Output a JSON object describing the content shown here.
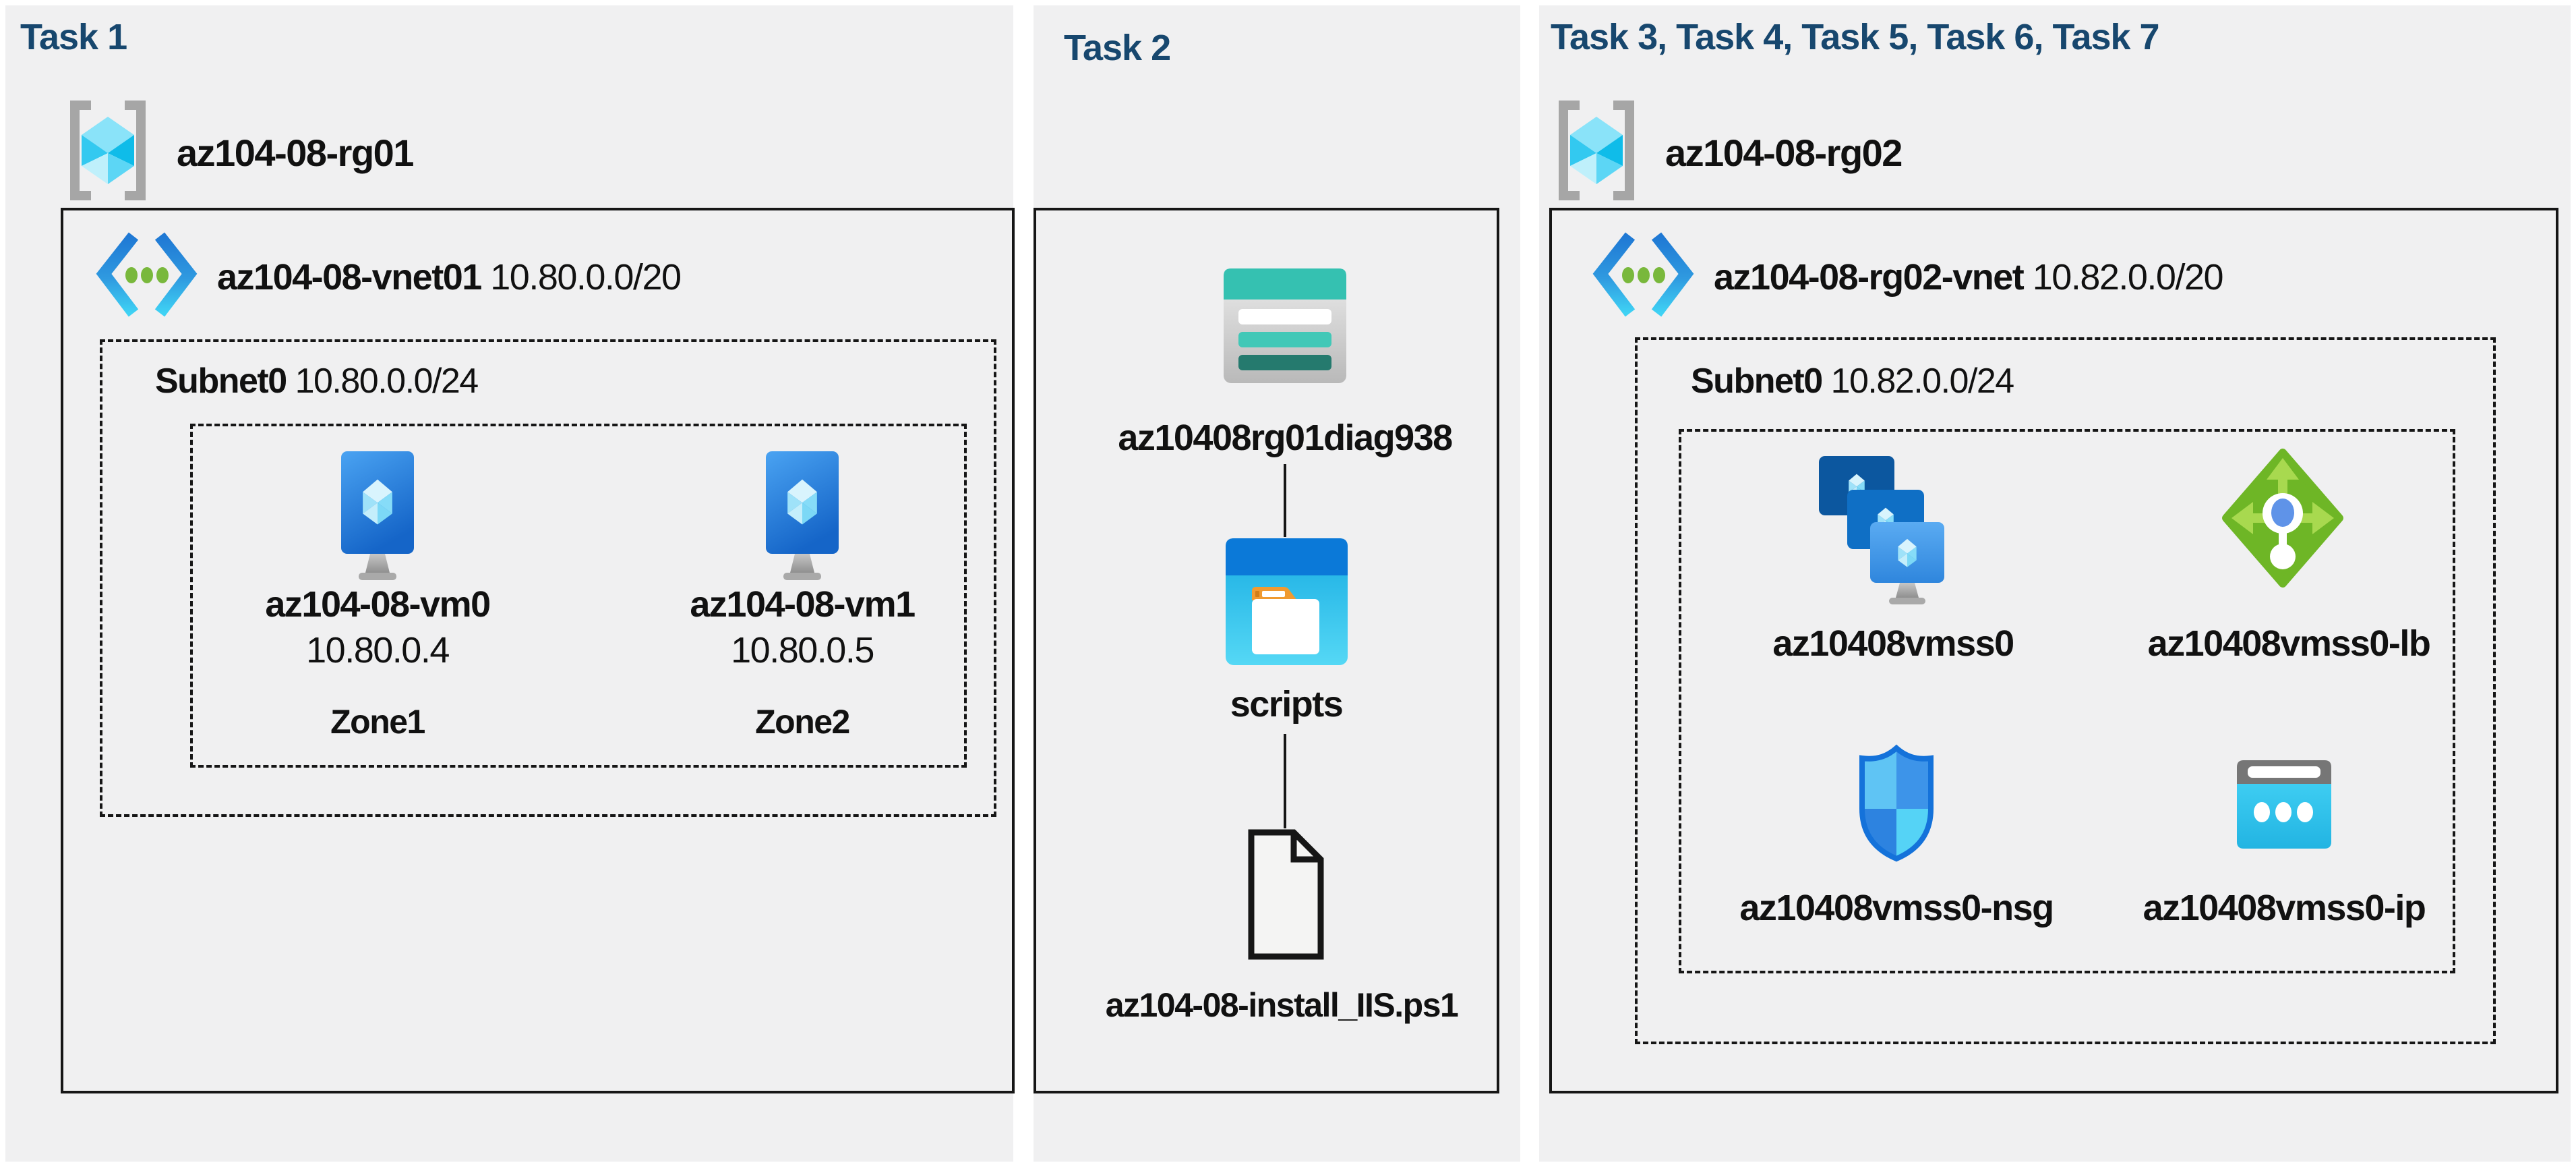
{
  "task1": {
    "title": "Task 1",
    "resource_group": "az104-08-rg01",
    "vnet_name": "az104-08-vnet01",
    "vnet_cidr": "10.80.0.0/20",
    "subnet_name": "Subnet0",
    "subnet_cidr": "10.80.0.0/24",
    "vm0": {
      "name": "az104-08-vm0",
      "ip": "10.80.0.4",
      "zone": "Zone1"
    },
    "vm1": {
      "name": "az104-08-vm1",
      "ip": "10.80.0.5",
      "zone": "Zone2"
    }
  },
  "task2": {
    "title": "Task 2",
    "storage_account": "az10408rg01diag938",
    "container": "scripts",
    "script_file": "az104-08-install_IIS.ps1"
  },
  "task3": {
    "title": "Task 3, Task 4, Task 5, Task 6, Task 7",
    "resource_group": "az104-08-rg02",
    "vnet_name": "az104-08-rg02-vnet",
    "vnet_cidr": "10.82.0.0/20",
    "subnet_name": "Subnet0",
    "subnet_cidr": "10.82.0.0/24",
    "vmss": "az10408vmss0",
    "load_balancer": "az10408vmss0-lb",
    "nsg": "az10408vmss0-nsg",
    "public_ip": "az10408vmss0-ip"
  },
  "icons": {
    "resource_group": "resource-group-icon",
    "virtual_network": "virtual-network-icon",
    "virtual_machine": "virtual-machine-icon",
    "storage_account": "storage-account-icon",
    "blob_container": "blob-container-icon",
    "script_file": "powershell-file-icon",
    "vm_scale_set": "vm-scale-set-icon",
    "load_balancer": "load-balancer-icon",
    "network_security_group": "network-security-group-icon",
    "public_ip": "public-ip-icon"
  },
  "colors": {
    "background": "#ffffff",
    "panel": "#f0f0f1",
    "title": "#17476e",
    "line": "#161616",
    "azure_blue": "#1f78d4",
    "cyan": "#3fd2f4",
    "lb_green": "#6eb626",
    "storage_teal": "#35c1b1",
    "folder_orange": "#f09a30"
  }
}
